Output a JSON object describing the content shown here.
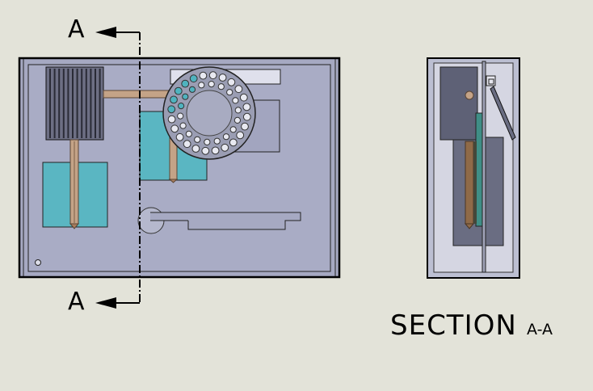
{
  "section_line": {
    "top_label": "A",
    "bottom_label": "A"
  },
  "section_view": {
    "title": "SECTION",
    "id": "A-A"
  },
  "colors": {
    "background": "#e3e3d9",
    "housing": "#a6a9c2",
    "housing_inner": "#a9acc5",
    "cyan_block": "#5ab6c2",
    "copper": "#c4a387",
    "dark_block": "#6a6d82",
    "outline": "#000000"
  },
  "icons": {
    "heatsink": "heatsink-fins",
    "carousel": "sample-carousel-disc"
  }
}
